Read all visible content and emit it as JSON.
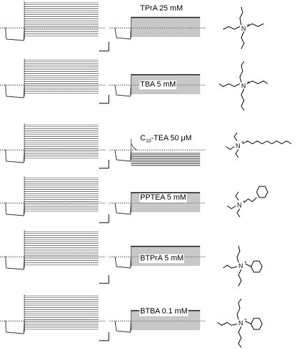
{
  "panels": [
    {
      "id": "tpra",
      "label": "TPrA 25 mM",
      "label_prefix": "",
      "label_sub": "",
      "label_suffix": "",
      "structure_icon": "tetrapropylammonium-structure"
    },
    {
      "id": "tba",
      "label": "TBA 5 mM",
      "label_prefix": "",
      "label_sub": "",
      "label_suffix": "",
      "structure_icon": "tetrabutylammonium-structure"
    },
    {
      "id": "c10tea",
      "label": "",
      "label_prefix": "C",
      "label_sub": "10",
      "label_suffix": "-TEA 50 μM",
      "structure_icon": "c10-triethylammonium-structure"
    },
    {
      "id": "pptea",
      "label": "PPTEA 5 mM",
      "label_prefix": "",
      "label_sub": "",
      "label_suffix": "",
      "structure_icon": "phenylpropyl-triethylammonium-structure"
    },
    {
      "id": "btpra",
      "label": "BTPrA 5 mM",
      "label_prefix": "",
      "label_sub": "",
      "label_suffix": "",
      "structure_icon": "benzyl-tripropylammonium-structure"
    },
    {
      "id": "btba",
      "label": "BTBA 0.1 mM",
      "label_prefix": "",
      "label_sub": "",
      "label_suffix": "",
      "structure_icon": "benzyl-tributylammonium-structure"
    }
  ],
  "trace_style": {
    "color": "#222222",
    "baseline_color": "#000000"
  }
}
